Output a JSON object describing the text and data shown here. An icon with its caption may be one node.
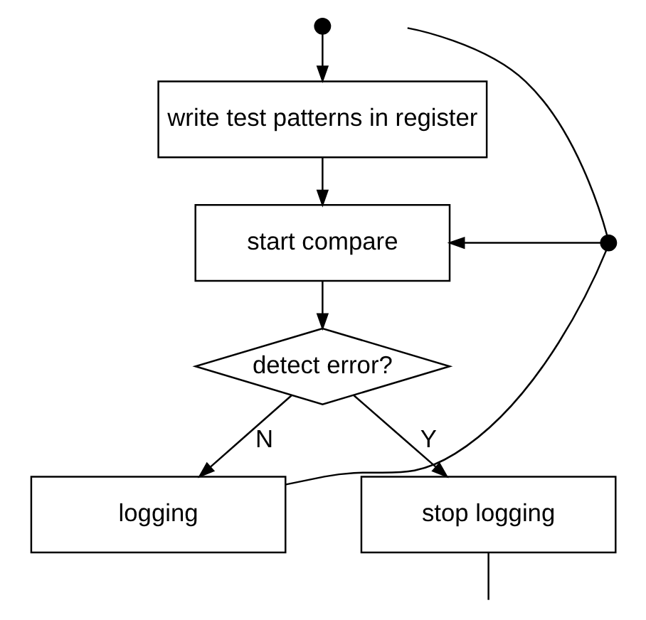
{
  "diagram": {
    "nodes": [
      {
        "text": [],
        "shape": "circle"
      },
      {
        "text": [
          "write test patterns in register"
        ]
      },
      {
        "text": [
          "start compare"
        ]
      },
      {
        "text": [
          "detect error?"
        ]
      },
      {
        "text": [
          "logging"
        ]
      },
      {
        "text": [
          "stop logging"
        ]
      },
      {
        "text": [],
        "shape": "circle"
      }
    ],
    "edges": [
      {
        "from": 0,
        "to": 1,
        "arrow": "to"
      },
      {
        "from": 1,
        "to": 2,
        "arrow": "to"
      },
      {
        "from": 2,
        "to": 3,
        "arrow": "to"
      },
      {
        "from": 3,
        "to": 4,
        "label": "N",
        "arrow": "to"
      },
      {
        "from": 3,
        "to": 5,
        "label": "Y",
        "arrow": "to"
      },
      {
        "from": 4,
        "to": 6,
        "arrow": "none"
      },
      {
        "from": 6,
        "to": 2,
        "arrow": "to"
      },
      {
        "from": null,
        "to": 6,
        "arrow": "none"
      },
      {
        "from": 5,
        "to": null,
        "arrow": "none"
      }
    ]
  }
}
